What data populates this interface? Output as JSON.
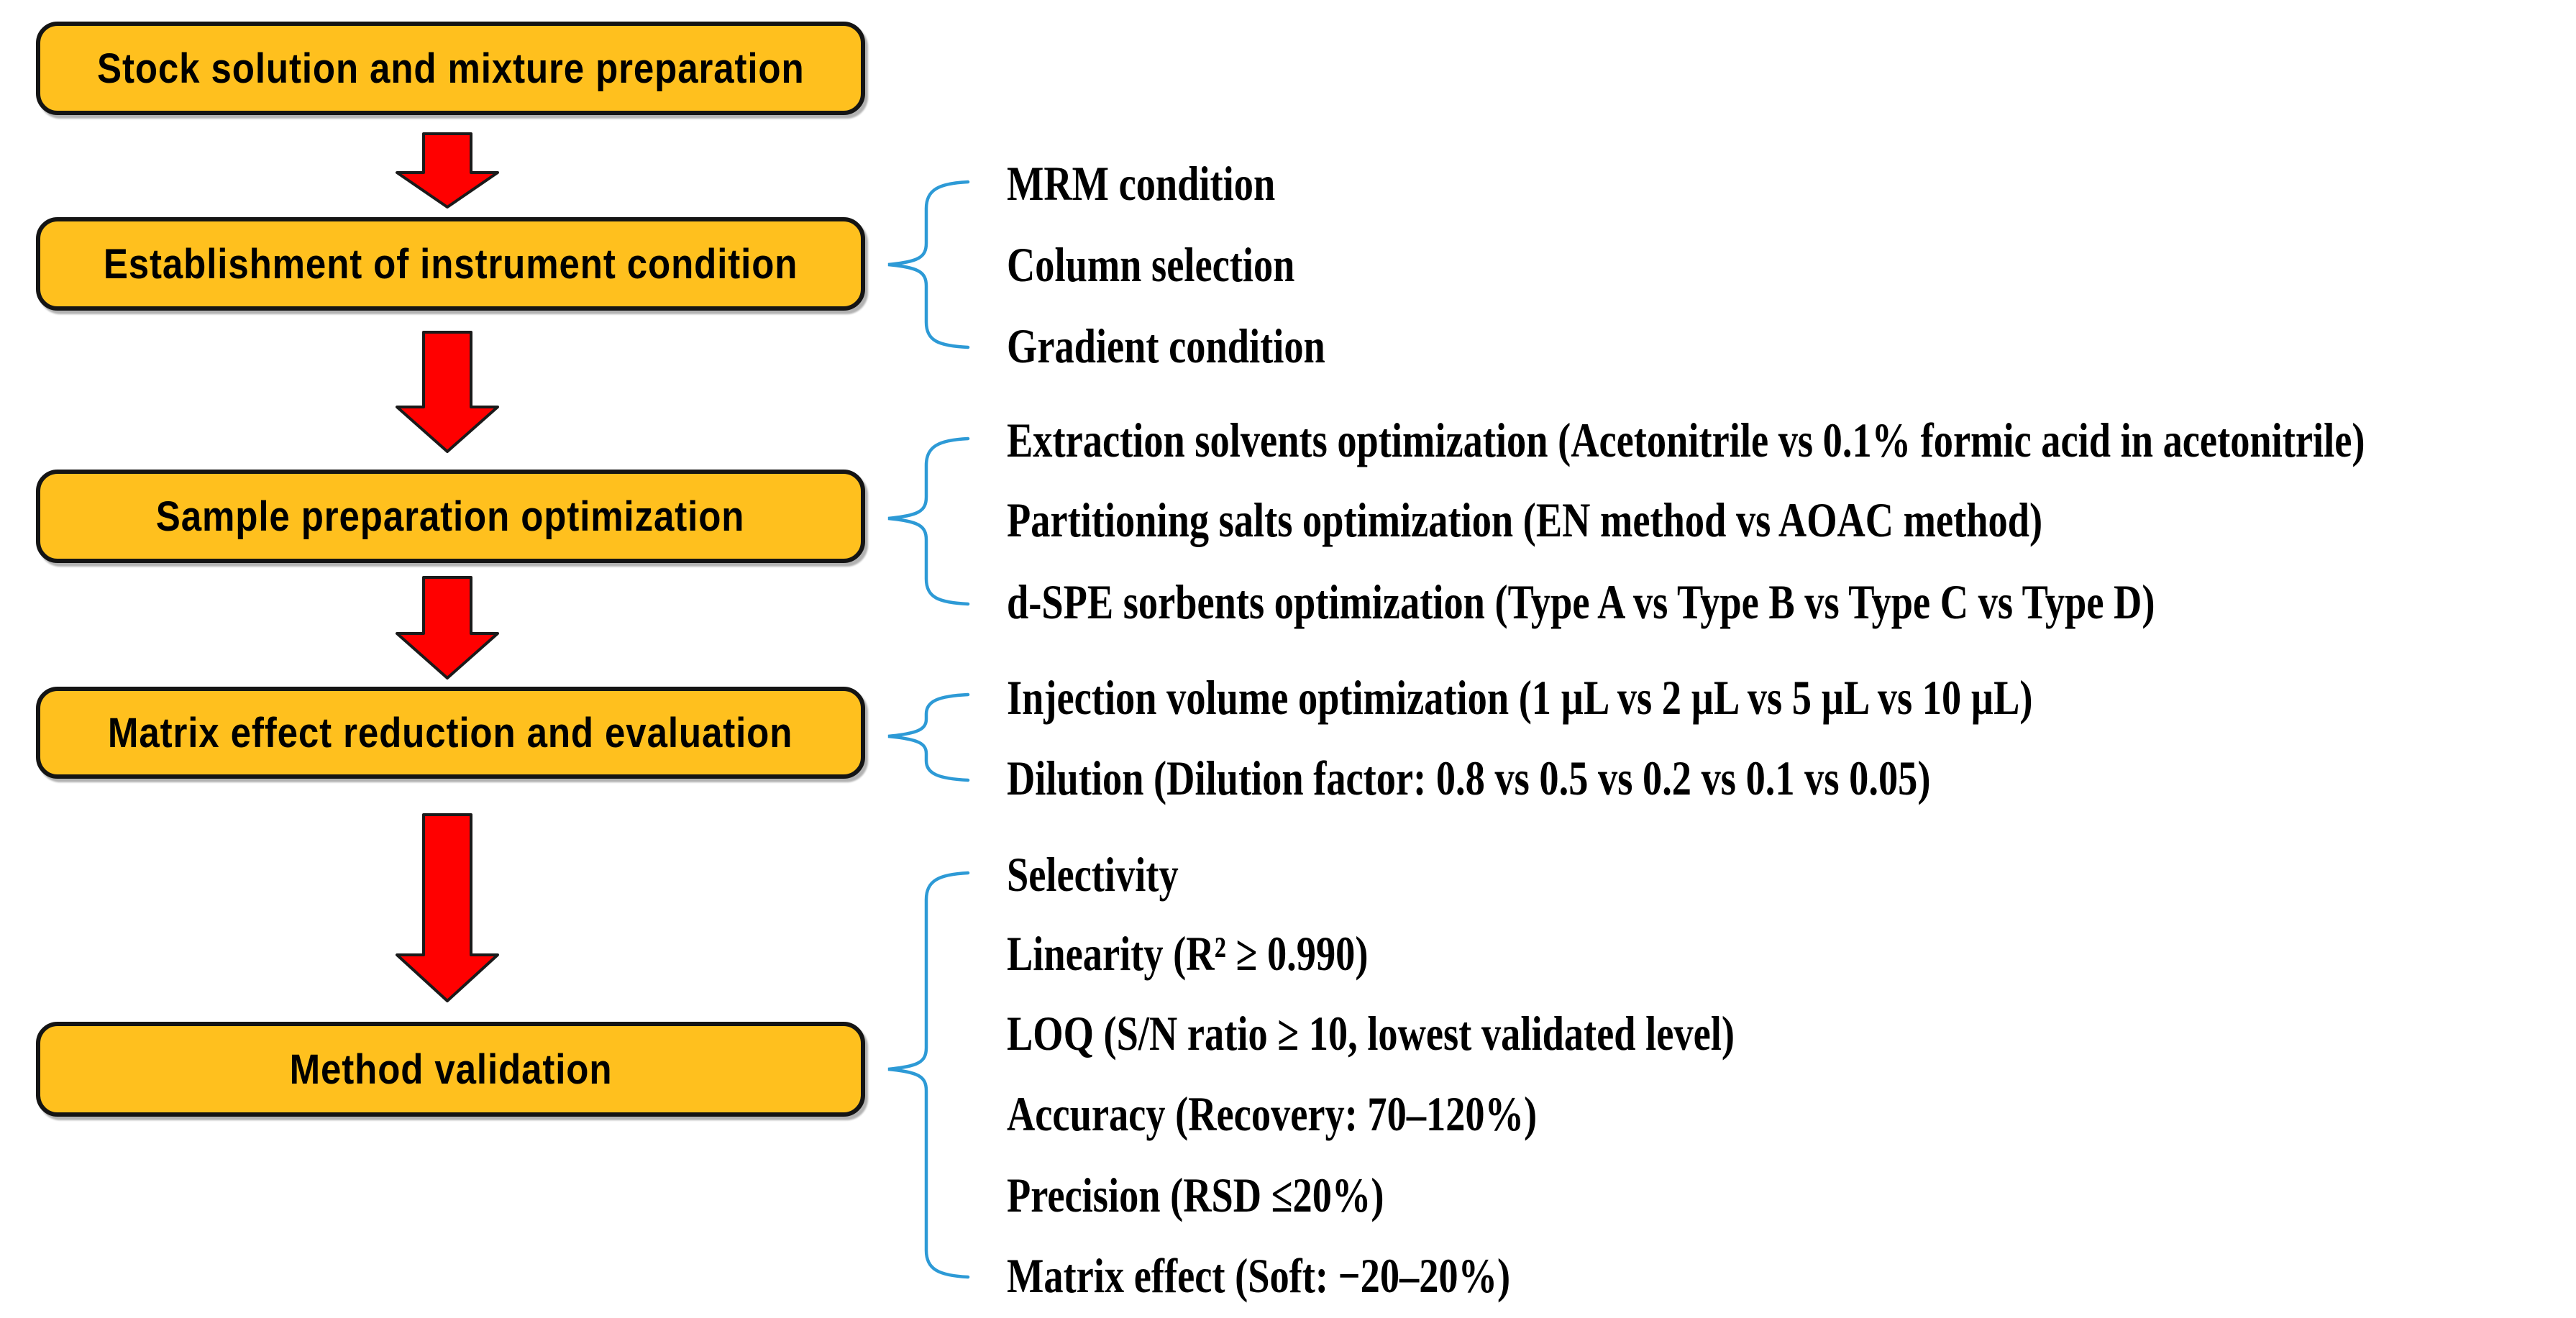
{
  "colors": {
    "background": "#FFFFFF",
    "box_fill": "#FFC01E",
    "box_border": "#141414",
    "arrow_fill": "#FF0000",
    "arrow_border": "#1A1A1A",
    "brace": "#2D9AD6",
    "text": "#000000"
  },
  "flow": {
    "steps": [
      {
        "label": "Stock solution and mixture preparation",
        "details": []
      },
      {
        "label": "Establishment of instrument condition",
        "details": [
          "MRM condition",
          "Column selection",
          "Gradient condition"
        ]
      },
      {
        "label": "Sample preparation optimization",
        "details": [
          "Extraction solvents optimization (Acetonitrile vs 0.1% formic acid in acetonitrile)",
          "Partitioning salts optimization (EN method vs AOAC method)",
          "d-SPE sorbents optimization (Type A vs Type B vs Type C vs Type D)"
        ]
      },
      {
        "label": "Matrix effect reduction and evaluation",
        "details": [
          "Injection volume optimization (1 µL vs 2 µL vs 5 µL vs 10 µL)",
          "Dilution (Dilution factor: 0.8 vs 0.5 vs 0.2 vs 0.1 vs 0.05)"
        ]
      },
      {
        "label": "Method validation",
        "details": [
          "Selectivity",
          "Linearity (R² ≥ 0.990)",
          "LOQ (S/N ratio ≥ 10, lowest validated level)",
          "Accuracy (Recovery: 70–120%)",
          "Precision (RSD ≤20%)",
          "Matrix effect (Soft: −20–20%)"
        ]
      }
    ]
  }
}
